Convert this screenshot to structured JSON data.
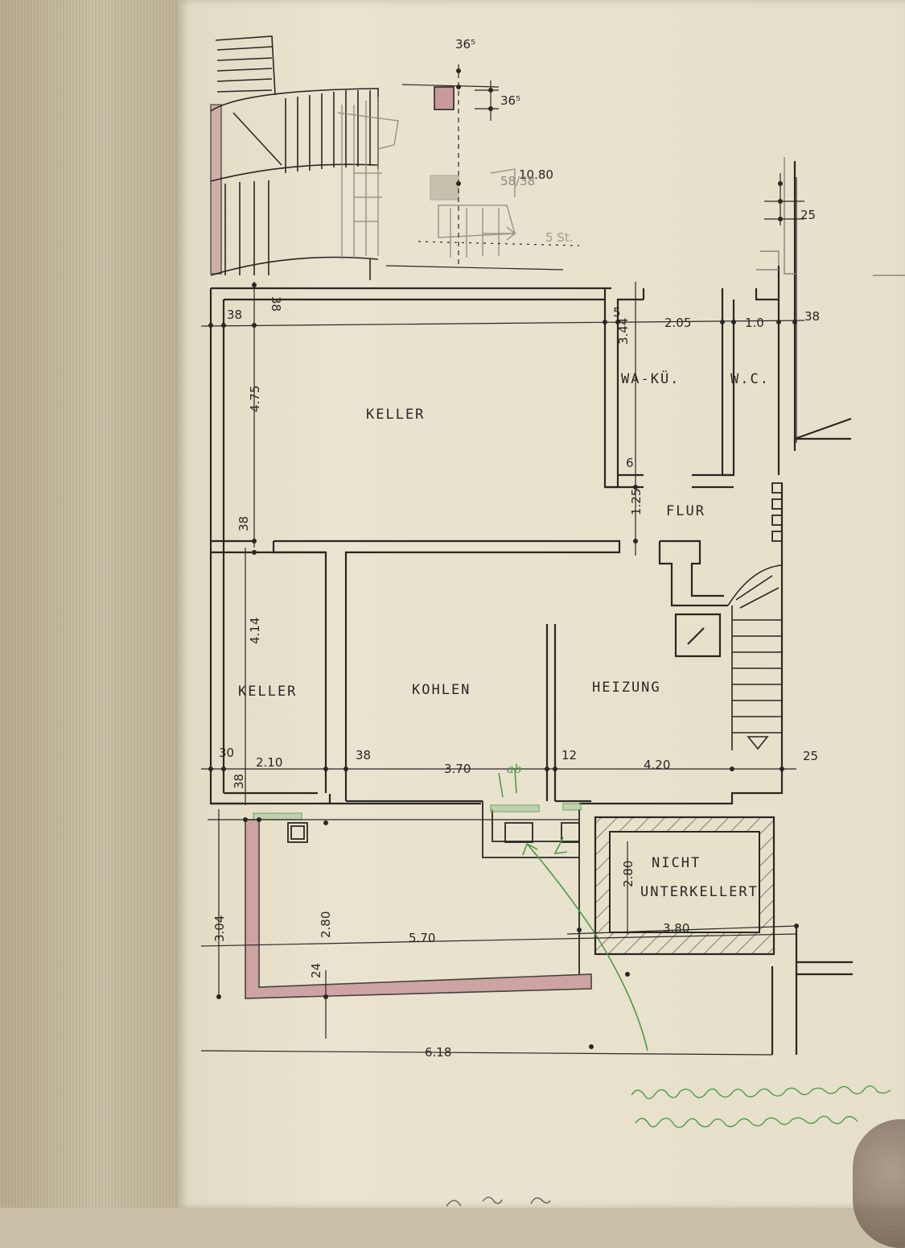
{
  "rooms": {
    "keller_top": "KELLER",
    "wa_kue": "WA-KÜ.",
    "wc": "W.C.",
    "flur": "FLUR",
    "keller_small": "KELLER",
    "kohlen": "KOHLEN",
    "heizung": "HEIZUNG",
    "nicht": "NICHT",
    "unterkellert": "UNTERKELLERT"
  },
  "dimensions": {
    "d365_top": "36⁵",
    "d365_right": "36⁵",
    "d1080": "10.80",
    "d25_top": "25",
    "d38_tl": "38",
    "d38_tl_v": "38",
    "d5": "5",
    "d205": "2.05",
    "d10": "1.0",
    "d38_tr": "38",
    "d344": "3.44",
    "d475": "4.75",
    "d6": "6",
    "d125": "1.25",
    "d38_mid": "38",
    "d414": "4.14",
    "d30": "30",
    "d38_bl": "38",
    "d210": "2.10",
    "d38_kohlen": "38",
    "d370": "3.70",
    "d12": "12",
    "d420": "4.20",
    "d25_bottom": "25",
    "d280_nicht": "2.80",
    "d380": "3.80",
    "d304": "3.04",
    "d280_terrace": "2.80",
    "d570": "5.70",
    "d24": "24",
    "d618": "6.18"
  },
  "annotations": {
    "pencil_58_38": "58/38",
    "pencil_steps": "5 St.",
    "green_ab": "ab"
  },
  "colors": {
    "ink": "#2a2722",
    "pink": "#c99a9c",
    "green": "#4f9a4a",
    "pencil": "#8f8a7c"
  }
}
